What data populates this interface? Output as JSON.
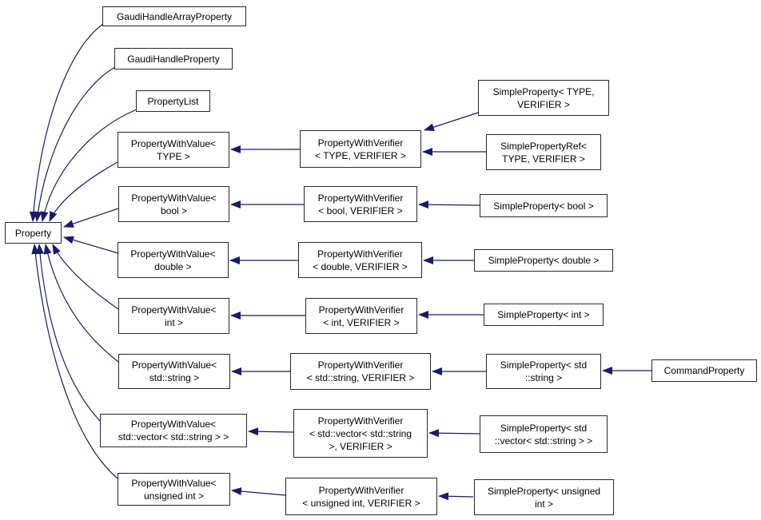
{
  "diagram": {
    "title": "Property class inheritance diagram",
    "colors": {
      "edge": "#191970",
      "box_border": "#28282d",
      "box_fill": "#ffffff",
      "background": "#ffffff"
    },
    "nodes": {
      "property": {
        "label": "Property"
      },
      "gaudi_array": {
        "label": "GaudiHandleArrayProperty"
      },
      "gaudi_handle": {
        "label": "GaudiHandleProperty"
      },
      "property_list": {
        "label": "PropertyList"
      },
      "pwv_type": {
        "label": "PropertyWithValue<\nTYPE >"
      },
      "pwv_bool": {
        "label": "PropertyWithValue<\nbool >"
      },
      "pwv_double": {
        "label": "PropertyWithValue<\ndouble >"
      },
      "pwv_int": {
        "label": "PropertyWithValue<\nint >"
      },
      "pwv_string": {
        "label": "PropertyWithValue<\nstd::string >"
      },
      "pwv_vector": {
        "label": "PropertyWithValue<\nstd::vector< std::string > >"
      },
      "pwv_uint": {
        "label": "PropertyWithValue<\nunsigned int >"
      },
      "pwf_type": {
        "label": "PropertyWithVerifier\n< TYPE, VERIFIER >"
      },
      "pwf_bool": {
        "label": "PropertyWithVerifier\n< bool, VERIFIER >"
      },
      "pwf_double": {
        "label": "PropertyWithVerifier\n< double, VERIFIER >"
      },
      "pwf_int": {
        "label": "PropertyWithVerifier\n< int, VERIFIER >"
      },
      "pwf_string": {
        "label": "PropertyWithVerifier\n< std::string, VERIFIER >"
      },
      "pwf_vector": {
        "label": "PropertyWithVerifier\n< std::vector< std::string\n>, VERIFIER >"
      },
      "pwf_uint": {
        "label": "PropertyWithVerifier\n< unsigned int, VERIFIER >"
      },
      "sp_type": {
        "label": "SimpleProperty< TYPE,\nVERIFIER >"
      },
      "sp_ref": {
        "label": "SimplePropertyRef<\nTYPE, VERIFIER >"
      },
      "sp_bool": {
        "label": "SimpleProperty< bool >"
      },
      "sp_double": {
        "label": "SimpleProperty< double >"
      },
      "sp_int": {
        "label": "SimpleProperty< int >"
      },
      "sp_string": {
        "label": "SimpleProperty< std\n::string >"
      },
      "sp_vector": {
        "label": "SimpleProperty< std\n::vector< std::string > >"
      },
      "sp_uint": {
        "label": "SimpleProperty< unsigned\nint >"
      },
      "command": {
        "label": "CommandProperty"
      }
    },
    "edges": [
      {
        "from": "gaudi_array",
        "to": "property"
      },
      {
        "from": "gaudi_handle",
        "to": "property"
      },
      {
        "from": "property_list",
        "to": "property"
      },
      {
        "from": "pwv_type",
        "to": "property"
      },
      {
        "from": "pwv_bool",
        "to": "property"
      },
      {
        "from": "pwv_double",
        "to": "property"
      },
      {
        "from": "pwv_int",
        "to": "property"
      },
      {
        "from": "pwv_string",
        "to": "property"
      },
      {
        "from": "pwv_vector",
        "to": "property"
      },
      {
        "from": "pwv_uint",
        "to": "property"
      },
      {
        "from": "pwf_type",
        "to": "pwv_type"
      },
      {
        "from": "pwf_bool",
        "to": "pwv_bool"
      },
      {
        "from": "pwf_double",
        "to": "pwv_double"
      },
      {
        "from": "pwf_int",
        "to": "pwv_int"
      },
      {
        "from": "pwf_string",
        "to": "pwv_string"
      },
      {
        "from": "pwf_vector",
        "to": "pwv_vector"
      },
      {
        "from": "pwf_uint",
        "to": "pwv_uint"
      },
      {
        "from": "sp_type",
        "to": "pwf_type"
      },
      {
        "from": "sp_ref",
        "to": "pwf_type"
      },
      {
        "from": "sp_bool",
        "to": "pwf_bool"
      },
      {
        "from": "sp_double",
        "to": "pwf_double"
      },
      {
        "from": "sp_int",
        "to": "pwf_int"
      },
      {
        "from": "sp_string",
        "to": "pwf_string"
      },
      {
        "from": "sp_vector",
        "to": "pwf_vector"
      },
      {
        "from": "sp_uint",
        "to": "pwf_uint"
      },
      {
        "from": "command",
        "to": "sp_string"
      }
    ]
  }
}
